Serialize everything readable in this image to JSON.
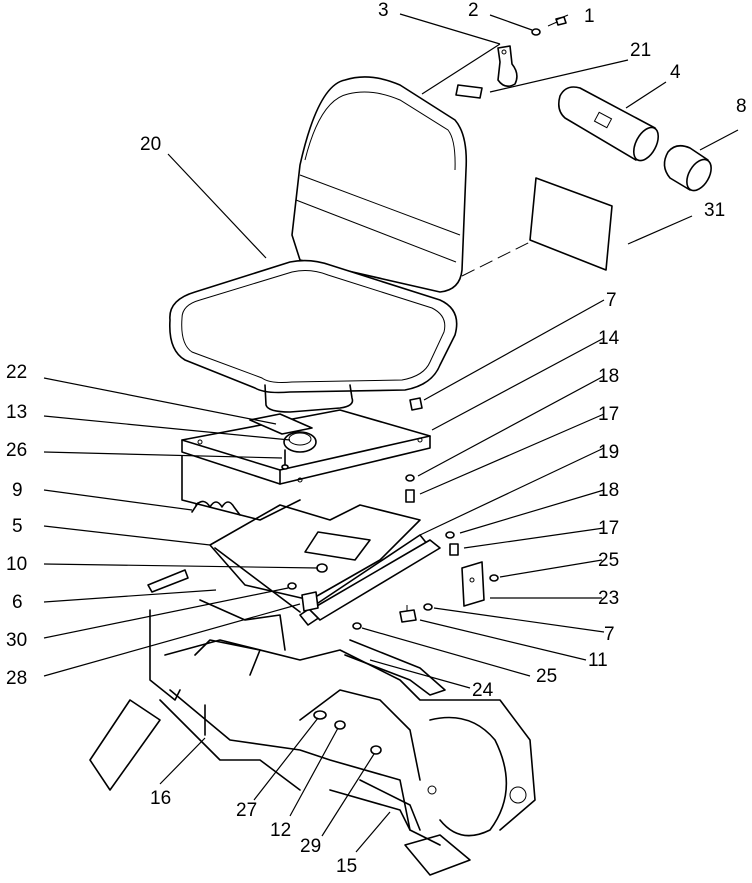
{
  "callouts": [
    {
      "id": "c1",
      "label": "1"
    },
    {
      "id": "c2",
      "label": "2"
    },
    {
      "id": "c3",
      "label": "3"
    },
    {
      "id": "c4",
      "label": "4"
    },
    {
      "id": "c5",
      "label": "5"
    },
    {
      "id": "c6",
      "label": "6"
    },
    {
      "id": "c7a",
      "label": "7"
    },
    {
      "id": "c7b",
      "label": "7"
    },
    {
      "id": "c8",
      "label": "8"
    },
    {
      "id": "c9",
      "label": "9"
    },
    {
      "id": "c10",
      "label": "10"
    },
    {
      "id": "c11",
      "label": "11"
    },
    {
      "id": "c12",
      "label": "12"
    },
    {
      "id": "c13",
      "label": "13"
    },
    {
      "id": "c14",
      "label": "14"
    },
    {
      "id": "c15",
      "label": "15"
    },
    {
      "id": "c16",
      "label": "16"
    },
    {
      "id": "c17a",
      "label": "17"
    },
    {
      "id": "c17b",
      "label": "17"
    },
    {
      "id": "c18a",
      "label": "18"
    },
    {
      "id": "c18b",
      "label": "18"
    },
    {
      "id": "c19",
      "label": "19"
    },
    {
      "id": "c20",
      "label": "20"
    },
    {
      "id": "c21",
      "label": "21"
    },
    {
      "id": "c22",
      "label": "22"
    },
    {
      "id": "c23",
      "label": "23"
    },
    {
      "id": "c24",
      "label": "24"
    },
    {
      "id": "c25a",
      "label": "25"
    },
    {
      "id": "c25b",
      "label": "25"
    },
    {
      "id": "c26",
      "label": "26"
    },
    {
      "id": "c27",
      "label": "27"
    },
    {
      "id": "c28",
      "label": "28"
    },
    {
      "id": "c29",
      "label": "29"
    },
    {
      "id": "c30",
      "label": "30"
    },
    {
      "id": "c31",
      "label": "31"
    }
  ]
}
